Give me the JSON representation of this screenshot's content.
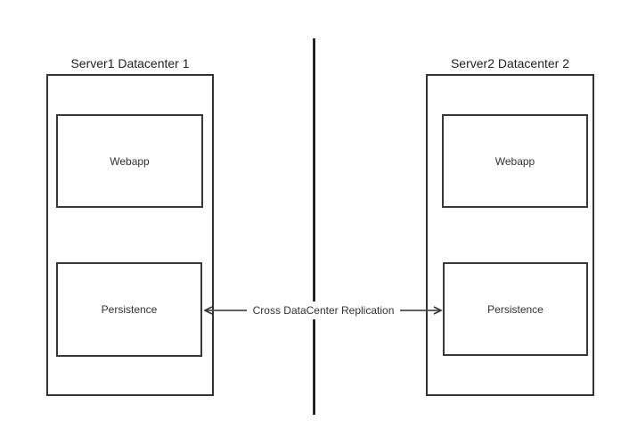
{
  "diagram": {
    "background_color": "#ffffff",
    "box_border_color": "#333333",
    "divider_color": "#000000",
    "arrow_color": "#4d4d4d",
    "datacenters": [
      {
        "title": "Server1 Datacenter 1",
        "components": [
          {
            "label": "Webapp"
          },
          {
            "label": "Persistence"
          }
        ]
      },
      {
        "title": "Server2 Datacenter 2",
        "components": [
          {
            "label": "Webapp"
          },
          {
            "label": "Persistence"
          }
        ]
      }
    ],
    "connection": {
      "label": "Cross DataCenter Replication",
      "from": "Persistence (Server1 Datacenter 1)",
      "to": "Persistence (Server2 Datacenter 2)",
      "direction": "bidirectional"
    }
  }
}
